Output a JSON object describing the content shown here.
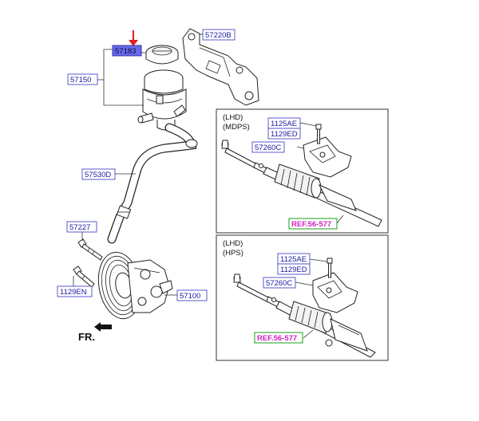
{
  "labels": {
    "cap": "57183",
    "reservoir": "57150",
    "bracket": "57220B",
    "hose": "57530D",
    "bolt_upper": "57227",
    "bolt_lower": "1129EN",
    "pump": "57100",
    "mdps_bolt_a": "1125AE",
    "mdps_bolt_b": "1129ED",
    "mdps_cover": "57260C",
    "mdps_ref": "REF.56-577",
    "hps_bolt_a": "1125AE",
    "hps_bolt_b": "1129ED",
    "hps_cover": "57260C",
    "hps_ref": "REF.56-577"
  },
  "panels": {
    "mdps": {
      "line1": "(LHD)",
      "line2": "(MDPS)"
    },
    "hps": {
      "line1": "(LHD)",
      "line2": "(HPS)"
    }
  },
  "direction": "FR.",
  "colors": {
    "label_text": "#1a1aa0",
    "label_border": "#4a4ac8",
    "highlight_fill": "#6a6ae8",
    "ref_text": "#d020c0",
    "ref_border": "#18a018",
    "arrow": "#e02020"
  },
  "icons": {
    "indicator": "red-down-arrow-icon",
    "forward": "forward-arrow-icon"
  }
}
